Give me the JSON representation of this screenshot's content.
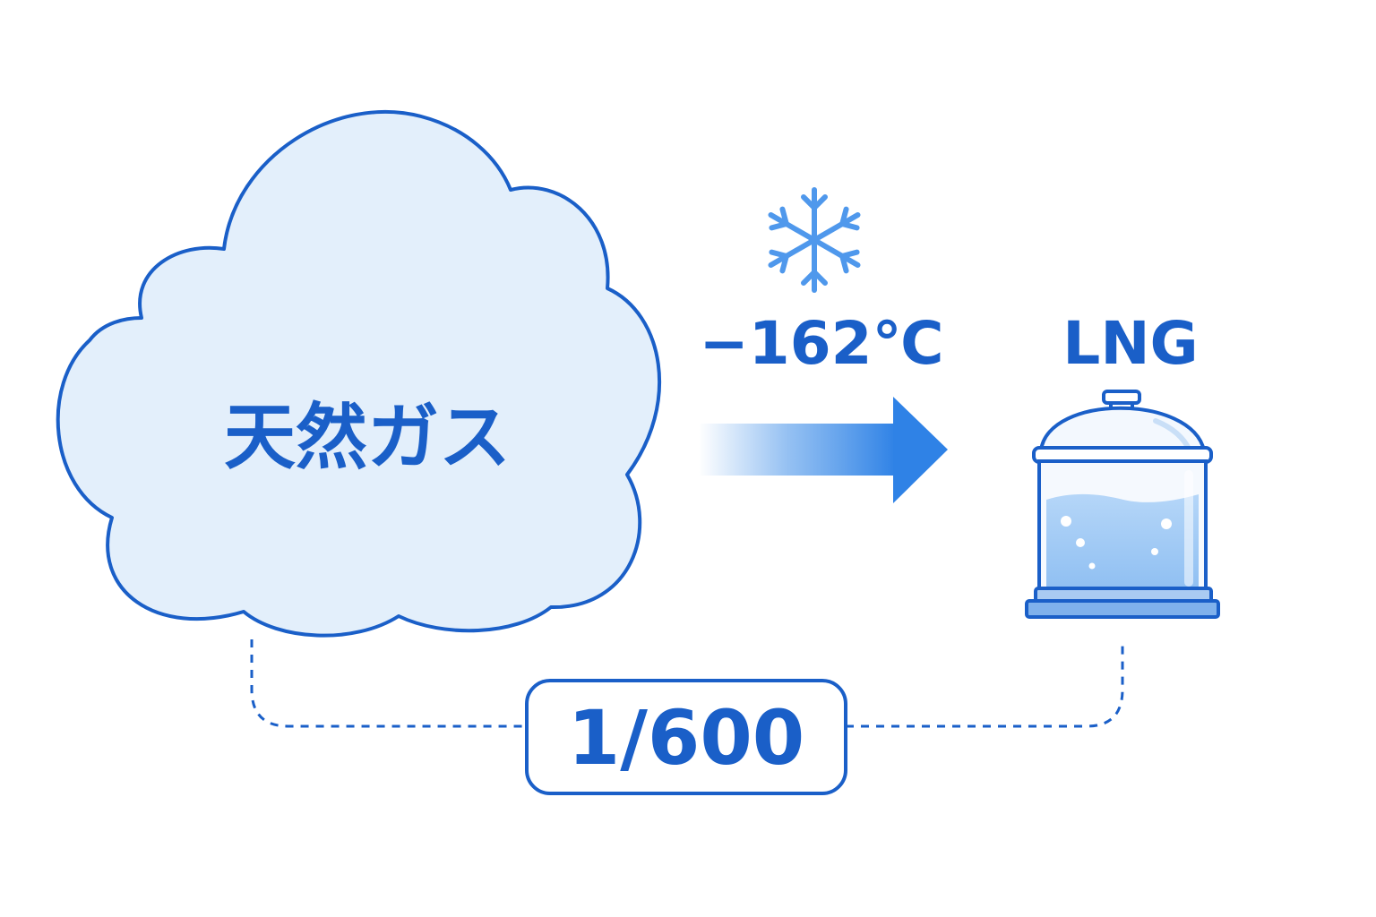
{
  "source": {
    "label": "天然ガス"
  },
  "process": {
    "temperature": "−162℃",
    "icon": "snowflake-icon"
  },
  "product": {
    "label": "LNG",
    "icon": "lng-tank-icon"
  },
  "ratio": {
    "value": "1/600"
  },
  "colors": {
    "outline": "#1a5fc8",
    "cloud_fill": "#e3effb",
    "arrow": "#3f8ee8",
    "snowflake": "#4f98ec",
    "liquid": "#a7cdf6",
    "tank_base": "#7fb1ec"
  }
}
